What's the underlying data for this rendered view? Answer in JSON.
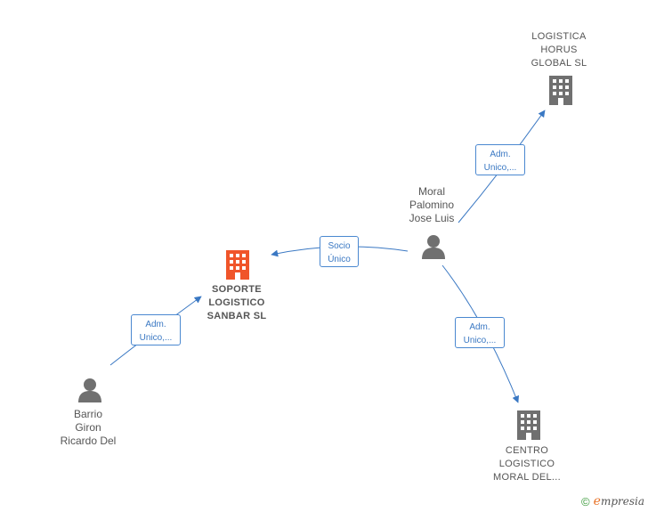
{
  "nodes": {
    "soporte": {
      "label": "SOPORTE\nLOGISTICO\nSANBAR  SL",
      "kind": "company-highlight",
      "color": "#f0552a"
    },
    "horus": {
      "label": "LOGISTICA\nHORUS\nGLOBAL  SL",
      "kind": "company",
      "color": "#707070"
    },
    "centro": {
      "label": "CENTRO\nLOGISTICO\nMORAL DEL...",
      "kind": "company",
      "color": "#707070"
    },
    "moral": {
      "label": "Moral\nPalomino\nJose Luis",
      "kind": "person",
      "color": "#707070"
    },
    "barrio": {
      "label": "Barrio\nGiron\nRicardo Del",
      "kind": "person",
      "color": "#707070"
    }
  },
  "edges": {
    "moral_soporte": {
      "label": "Socio\nÚnico"
    },
    "moral_horus": {
      "label": "Adm.\nUnico,..."
    },
    "moral_centro": {
      "label": "Adm.\nUnico,..."
    },
    "barrio_soporte": {
      "label": "Adm.\nUnico,..."
    }
  },
  "colors": {
    "edge": "#3a78c3",
    "label_text": "#555555"
  },
  "footer": {
    "copyright": "©",
    "brand_initial": "e",
    "brand_rest": "mpresia"
  }
}
